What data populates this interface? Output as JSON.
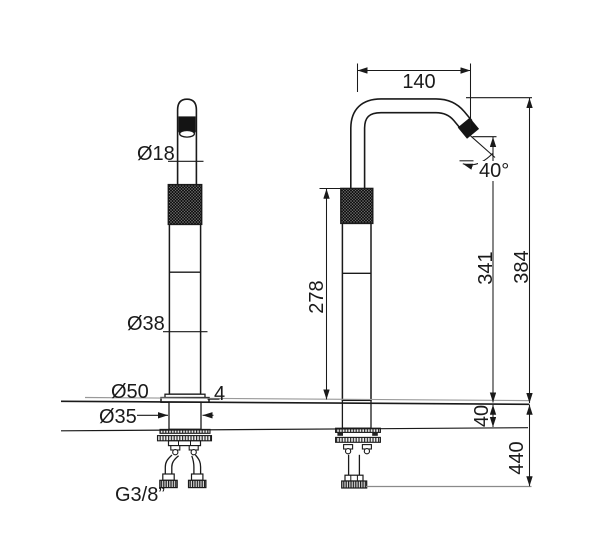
{
  "drawing": {
    "title": "faucet-technical-dimension-drawing",
    "labels": {
      "spout_reach": "140",
      "spout_angle": "40°",
      "handle_dia": "Ø18",
      "body_dia": "Ø38",
      "base_dia": "Ø50",
      "base_plate_thickness": "4",
      "shank_dia": "Ø35",
      "body_height": "278",
      "outlet_height": "341",
      "overall_height": "384",
      "deck_thickness": "40",
      "hose_length": "440",
      "inlet_thread": "G3/8”"
    },
    "colors": {
      "line": "#1a1a1a",
      "secondary_line": "#999999",
      "fill_dark": "#141414",
      "background": "#ffffff"
    }
  }
}
